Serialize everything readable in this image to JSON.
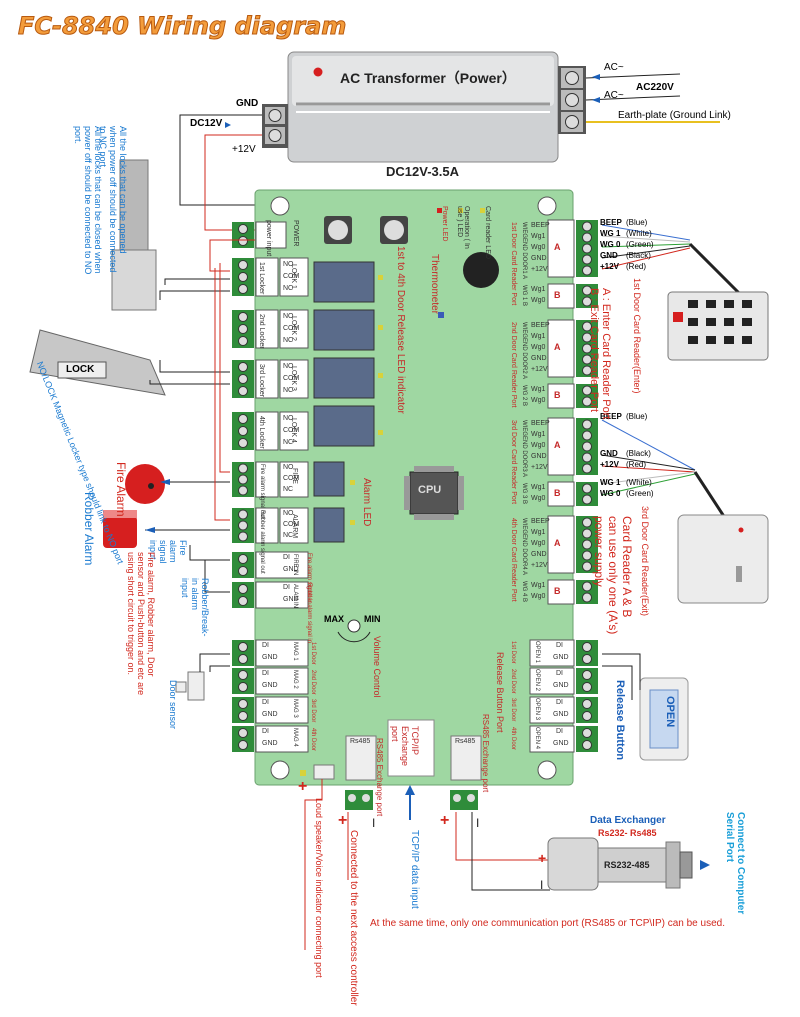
{
  "title": "FC-8840 Wiring diagram",
  "transformer": {
    "label": "AC Transformer（Power）",
    "spec": "DC12V-3.5A",
    "gnd": "GND",
    "dc12v": "DC12V",
    "plus12v": "+12V",
    "ac_top": "AC~",
    "ac_bottom": "AC~",
    "ac220": "AC220V",
    "earth": "Earth-plate (Ground Link)"
  },
  "left_notes": {
    "nc_note": "All the locks that can be opened when power off should be connected to NC port.",
    "no_note": "All the locks that can be closed when power off should be connected to NO port.",
    "lock_label": "LOCK",
    "magnetic_note": "NO/LOCK Magnetic Locker type should link to NO port",
    "fire_alarm": "Fire Alarm",
    "robber_alarm": "Robber Alarm",
    "fire_signal": "Fire alarm signal input",
    "robber_signal": "Robber/Break-in alarm input",
    "short_note": "Fire alarm, Robber alarm, Door sensor and Push-button and etc are using short circuit to trigger on.",
    "door_sensor": "Door sensor"
  },
  "board": {
    "power_term": "POWER",
    "power_in": "power input",
    "power_led": "Power LED",
    "operation_led": "Operation ( In use ) LED",
    "card_reader_led": "Card reader LED",
    "thermometer": "Thermometer",
    "release_led": "1st to 4th Door Release LED indicator",
    "alarm_led": "Alarm LED",
    "cpu": "CPU",
    "volume": "Volume Control",
    "max": "MAX",
    "min": "MIN",
    "lockers": [
      {
        "side": "1st Locker",
        "id": "LOCK 1"
      },
      {
        "side": "2nd Locker",
        "id": "LOCK 2"
      },
      {
        "side": "3rd Locker",
        "id": "LOCK 3"
      },
      {
        "side": "4th Locker",
        "id": "LOCK 4"
      }
    ],
    "relay_pins": [
      "NO",
      "COM",
      "NC"
    ],
    "fire_out": {
      "side": "Fire alarm signal out",
      "id": "FIRE"
    },
    "alarm_out": {
      "side": "Robber alarm signal out",
      "id": "ALARM"
    },
    "fire_in": {
      "side": "Fire alarm signal in",
      "id": "FIRE IN"
    },
    "alarm_in": {
      "side": "Robber alarm signal in",
      "id": "ALAM IN"
    },
    "di": "DI",
    "gnd": "GND",
    "mags": [
      {
        "door": "1st Door",
        "id": "MAG 1"
      },
      {
        "door": "2nd Door",
        "id": "MAG 2"
      },
      {
        "door": "3rd Door",
        "id": "MAG 3"
      },
      {
        "door": "4th Door",
        "id": "MAG 4"
      }
    ],
    "opens": [
      {
        "door": "1st Door",
        "id": "OPEN 1"
      },
      {
        "door": "2nd Door",
        "id": "OPEN 2"
      },
      {
        "door": "3rd Door",
        "id": "OPEN 3"
      },
      {
        "door": "4th Door",
        "id": "OPEN 4"
      }
    ],
    "reader_ports": [
      "1st Door Card Reader Port",
      "2nd Door Card Reader Port",
      "3rd Door Card Reader Port",
      "4th Door Card Reader Port"
    ],
    "reader_a_ids": [
      "WIEGEND DOOR1 A",
      "WIEGEND DOOR2 A",
      "WIEGEND DOOR3 A",
      "WIEGEND DOOR4 A"
    ],
    "reader_b_ids": [
      "WG 1 B",
      "WG 2 B",
      "WG 3 B",
      "WG 4 B"
    ],
    "reader_pins_a": [
      "BEEP",
      "Wg1",
      "Wg0",
      "GND",
      "+12V"
    ],
    "reader_pins_b": [
      "Wg1",
      "Wg0"
    ],
    "a": "A",
    "b": "B",
    "release_button_port": "Release Button Port",
    "rs485_port": "RS485 Exchange port",
    "rs485_port_left": "RS485 Exchange port",
    "rs485": "Rs485",
    "tcpip": "TCP/IP Exchange port"
  },
  "right_notes": {
    "reader_legend_a": "A : Enter Card Reader Port",
    "reader_legend_b": "B : Exit Card Reader Port",
    "reader1_wires": [
      "BEEP",
      "WG 1",
      "WG 0",
      "GND",
      "+12V"
    ],
    "reader1_colors": [
      "(Blue)",
      "(White)",
      "(Green)",
      "(Black)",
      "(Red)"
    ],
    "reader1_caption": "1st Door Card Reader(Enter)",
    "reader3_wires": [
      "BEEP",
      "GND",
      "+12V",
      "WG 1",
      "WG 0"
    ],
    "reader3_colors": [
      "(Blue)",
      "(Black)",
      "(Red)",
      "(White)",
      "(Green)"
    ],
    "reader3_caption": "3rd Door Card Reader(Exit)",
    "power_note": "Card Reader A & B can use only one (A's) power supply",
    "open": "OPEN",
    "release_button": "Release Button"
  },
  "bottom": {
    "plus": "+",
    "minus": "I",
    "speaker": "Loud speaker/Voice indicator connecting port",
    "next_controller": "Connected to the next access controller",
    "tcpip_input": "TCP/IP data input",
    "data_exchanger": "Data Exchanger",
    "rs232_485": "Rs232- Rs485",
    "rs232_485_box": "RS232-485",
    "connect_pc": "Connect to Computer Serial Port",
    "note": "At the same time, only one communication port (RS485 or TCP\\IP) can be used."
  }
}
